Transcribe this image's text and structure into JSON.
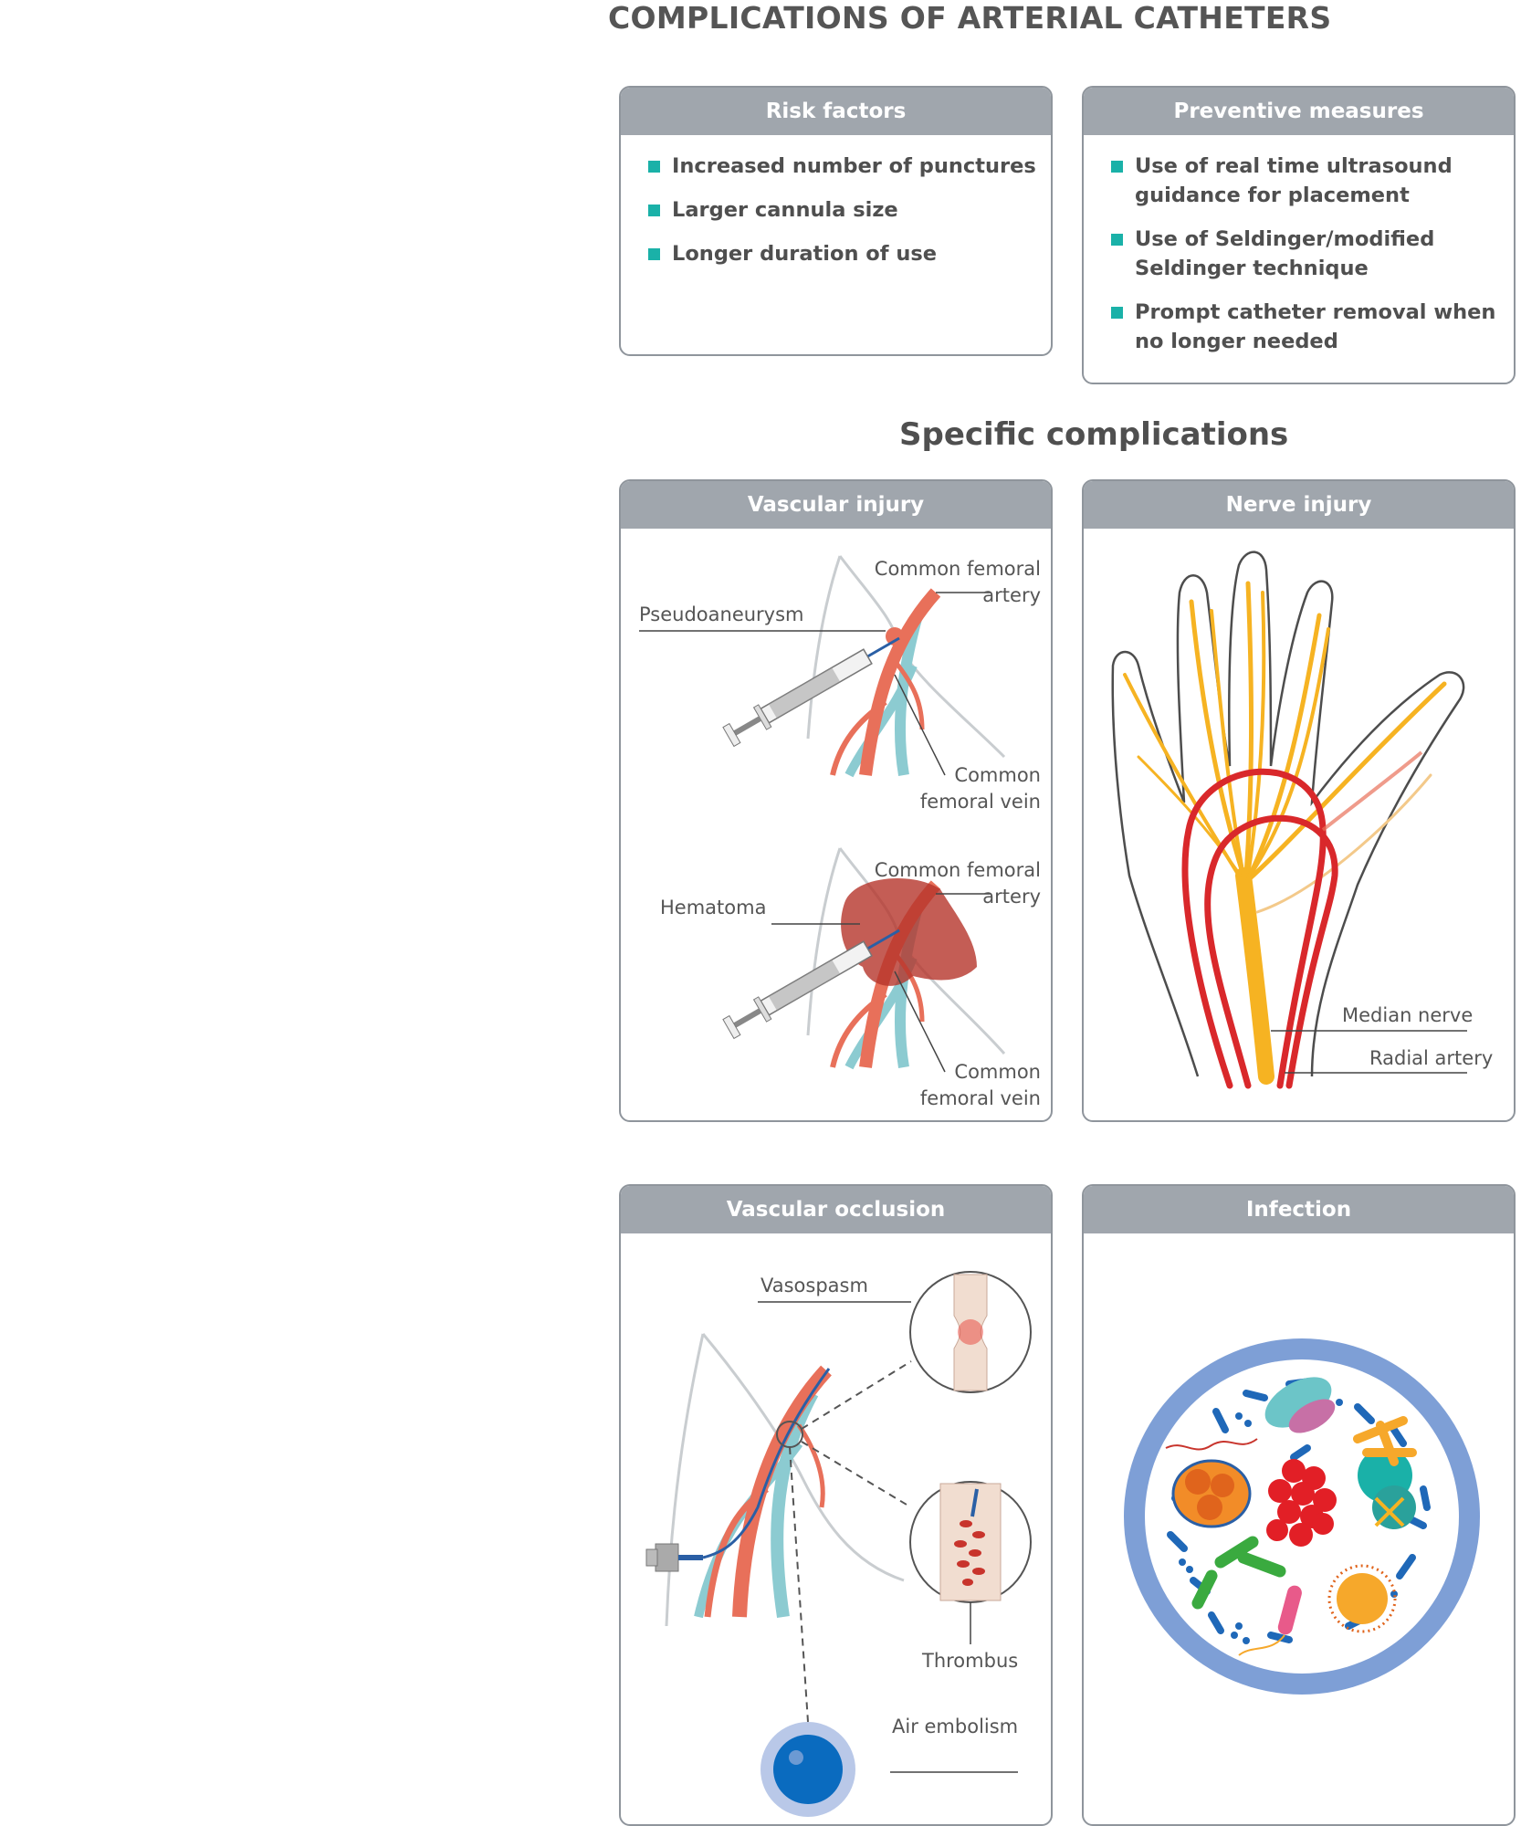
{
  "title": "COMPLICATIONS OF ARTERIAL CATHETERS",
  "risk_factors": {
    "header": "Risk factors",
    "items": [
      "Increased number of punctures",
      "Larger cannula size",
      "Longer duration of use"
    ]
  },
  "preventive_measures": {
    "header": "Preventive measures",
    "items": [
      {
        "line1": "Use of real time ultrasound",
        "line2": "guidance for placement"
      },
      {
        "line1": "Use of Seldinger/modified",
        "line2": "Seldinger technique"
      },
      {
        "line1": "Prompt catheter removal when",
        "line2": "no longer needed"
      }
    ]
  },
  "specific_title": "Specific complications",
  "vascular_injury": {
    "header": "Vascular injury",
    "top": {
      "artery_l1": "Common femoral",
      "artery_l2": "artery",
      "lesion": "Pseudoaneurysm",
      "vein_l1": "Common",
      "vein_l2": "femoral vein"
    },
    "bottom": {
      "artery_l1": "Common femoral",
      "artery_l2": "artery",
      "lesion": "Hematoma",
      "vein_l1": "Common",
      "vein_l2": "femoral vein"
    }
  },
  "nerve_injury": {
    "header": "Nerve injury",
    "median": "Median nerve",
    "radial": "Radial artery"
  },
  "vascular_occlusion": {
    "header": "Vascular occlusion",
    "vasospasm": "Vasospasm",
    "thrombus": "Thrombus",
    "air": "Air embolism"
  },
  "infection": {
    "header": "Infection"
  },
  "colors": {
    "artery": "#e8705a",
    "vein": "#8ccbd1",
    "accent": "#1ab1a8",
    "header_bg": "#a0a6ad",
    "nerve": "#f6b322",
    "radial": "#d9282b"
  }
}
